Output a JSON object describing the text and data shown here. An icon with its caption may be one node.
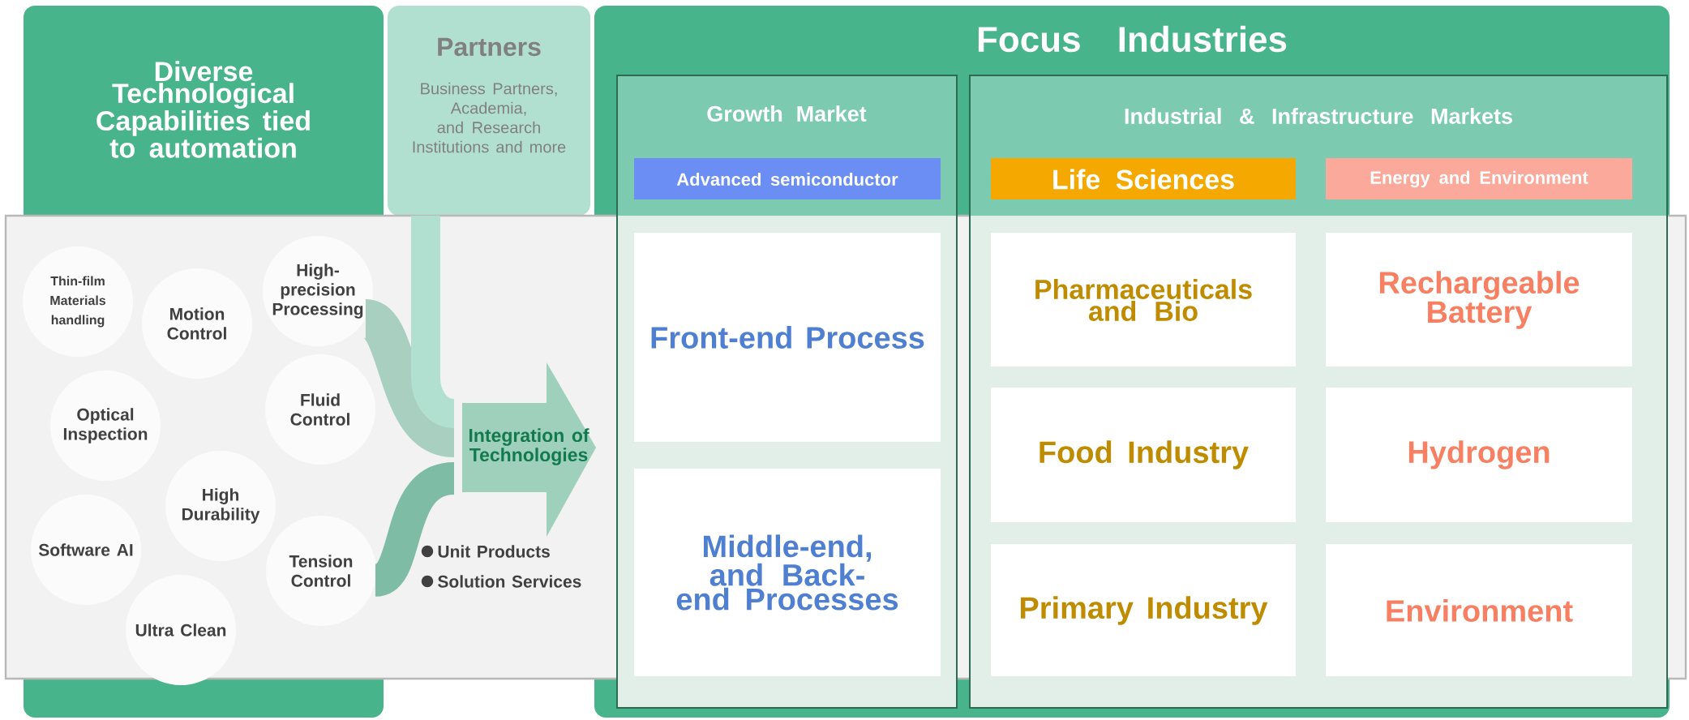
{
  "diagram": {
    "nodes": [
      {
        "text": [
          "Diverse Technological Capabilities tied to automation"
        ]
      },
      {
        "text": [
          "Partners",
          "Business Partners, Academia, and Research Institutions and more"
        ]
      },
      {
        "text": [
          "Focus Industries"
        ]
      },
      {
        "text": [
          "Growth Market"
        ],
        "in": 2
      },
      {
        "text": [
          "Advanced semiconductor"
        ],
        "in": 3
      },
      {
        "text": [
          "Front-end Process"
        ],
        "in": 3
      },
      {
        "text": [
          "Middle-end, and Back-end Processes"
        ],
        "in": 3
      },
      {
        "text": [
          "Industrial & Infrastructure Markets"
        ],
        "in": 2
      },
      {
        "text": [
          "Life Sciences"
        ],
        "in": 7
      },
      {
        "text": [
          "Energy and Environment"
        ],
        "in": 7
      },
      {
        "text": [
          "Pharmaceuticals and Bio"
        ],
        "in": 7
      },
      {
        "text": [
          "Rechargeable Battery"
        ],
        "in": 7
      },
      {
        "text": [
          "Food Industry"
        ],
        "in": 7
      },
      {
        "text": [
          "Hydrogen"
        ],
        "in": 7
      },
      {
        "text": [
          "Primary Industry"
        ],
        "in": 7
      },
      {
        "text": [
          "Environment"
        ],
        "in": 7
      },
      {
        "text": [
          "Thin-film Materials handling"
        ],
        "in": 0
      },
      {
        "text": [
          "Motion Control"
        ],
        "in": 0
      },
      {
        "text": [
          "High-precision Processing"
        ],
        "in": 0
      },
      {
        "text": [
          "Optical Inspection"
        ],
        "in": 0
      },
      {
        "text": [
          "Fluid Control"
        ],
        "in": 0
      },
      {
        "text": [
          "High Durability"
        ],
        "in": 0
      },
      {
        "text": [
          "Software AI"
        ],
        "in": 0
      },
      {
        "text": [
          "Tension Control"
        ],
        "in": 0
      },
      {
        "text": [
          "Ultra Clean"
        ],
        "in": 0
      },
      {
        "text": [
          "Integration of Technologies"
        ],
        "beside": [
          "Unit Products",
          "Solution Services"
        ]
      }
    ],
    "edges": [
      {
        "from": 18,
        "to": 25,
        "arrow": "none",
        "color": "#a8cfc0"
      },
      {
        "from": 23,
        "to": 25,
        "arrow": "none",
        "color": "#7fbca6"
      },
      {
        "from": 1,
        "to": 25,
        "arrow": "none",
        "color": "#b2e0d0"
      }
    ]
  }
}
